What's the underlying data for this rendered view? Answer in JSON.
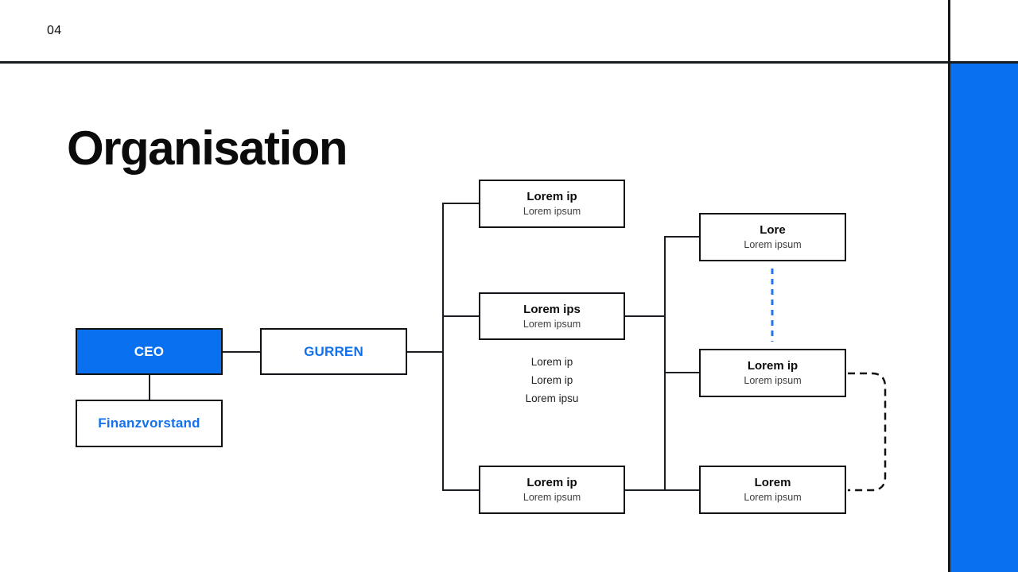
{
  "page": {
    "number": "04",
    "title": "Organisation"
  },
  "colors": {
    "accent": "#0971f0",
    "blue_text": "#1371eb",
    "dashed_blue": "#2176f0",
    "line": "#1b1e22"
  },
  "org_chart": {
    "root": {
      "label": "CEO"
    },
    "deputy": {
      "label": "GURREN"
    },
    "staff": {
      "label": "Finanzvorstand"
    },
    "middle_column": [
      {
        "title": "Lorem ip",
        "subtitle": "Lorem ipsum"
      },
      {
        "title": "Lorem ips",
        "subtitle": "Lorem ipsum"
      },
      {
        "title": "Lorem ip",
        "subtitle": "Lorem ipsum"
      }
    ],
    "middle_note": [
      "Lorem ip",
      "Lorem ip",
      "Lorem ipsu"
    ],
    "right_column": [
      {
        "title": "Lore",
        "subtitle": "Lorem ipsum"
      },
      {
        "title": "Lorem ip",
        "subtitle": "Lorem ipsum"
      },
      {
        "title": "Lorem",
        "subtitle": "Lorem ipsum"
      }
    ]
  }
}
